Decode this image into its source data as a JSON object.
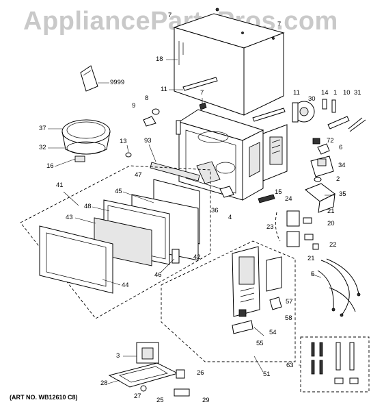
{
  "watermark": "AppliancePartsPros.com",
  "art_number": "(ART NO. WB12610 C8)",
  "callouts": [
    {
      "id": "c7a",
      "label": "7"
    },
    {
      "id": "c7b",
      "label": "7"
    },
    {
      "id": "c18",
      "label": "18"
    },
    {
      "id": "c9999",
      "label": "9999"
    },
    {
      "id": "c11a",
      "label": "11"
    },
    {
      "id": "c7c",
      "label": "7"
    },
    {
      "id": "c11b",
      "label": "11"
    },
    {
      "id": "c14",
      "label": "14"
    },
    {
      "id": "c1",
      "label": "1"
    },
    {
      "id": "c10",
      "label": "10"
    },
    {
      "id": "c31",
      "label": "31"
    },
    {
      "id": "c8",
      "label": "8"
    },
    {
      "id": "c9",
      "label": "9"
    },
    {
      "id": "c30",
      "label": "30"
    },
    {
      "id": "c37",
      "label": "37"
    },
    {
      "id": "c72",
      "label": "72"
    },
    {
      "id": "c6",
      "label": "6"
    },
    {
      "id": "c32",
      "label": "32"
    },
    {
      "id": "c13",
      "label": "13"
    },
    {
      "id": "c93",
      "label": "93"
    },
    {
      "id": "c34",
      "label": "34"
    },
    {
      "id": "c16",
      "label": "16"
    },
    {
      "id": "c2",
      "label": "2"
    },
    {
      "id": "c47",
      "label": "47"
    },
    {
      "id": "c41",
      "label": "41"
    },
    {
      "id": "c45",
      "label": "45"
    },
    {
      "id": "c35",
      "label": "35"
    },
    {
      "id": "c15",
      "label": "15"
    },
    {
      "id": "c24",
      "label": "24"
    },
    {
      "id": "c48",
      "label": "48"
    },
    {
      "id": "c36",
      "label": "36"
    },
    {
      "id": "c4",
      "label": "4"
    },
    {
      "id": "c21a",
      "label": "21"
    },
    {
      "id": "c43",
      "label": "43"
    },
    {
      "id": "c20",
      "label": "20"
    },
    {
      "id": "c23",
      "label": "23"
    },
    {
      "id": "c22",
      "label": "22"
    },
    {
      "id": "c21b",
      "label": "21"
    },
    {
      "id": "c42",
      "label": "42"
    },
    {
      "id": "c46",
      "label": "46"
    },
    {
      "id": "c5",
      "label": "5"
    },
    {
      "id": "c44",
      "label": "44"
    },
    {
      "id": "c57",
      "label": "57"
    },
    {
      "id": "c58",
      "label": "58"
    },
    {
      "id": "c54",
      "label": "54"
    },
    {
      "id": "c55",
      "label": "55"
    },
    {
      "id": "c3",
      "label": "3"
    },
    {
      "id": "c26",
      "label": "26"
    },
    {
      "id": "c51",
      "label": "51"
    },
    {
      "id": "c63",
      "label": "63"
    },
    {
      "id": "c28",
      "label": "28"
    },
    {
      "id": "c27",
      "label": "27"
    },
    {
      "id": "c25",
      "label": "25"
    },
    {
      "id": "c29",
      "label": "29"
    }
  ]
}
